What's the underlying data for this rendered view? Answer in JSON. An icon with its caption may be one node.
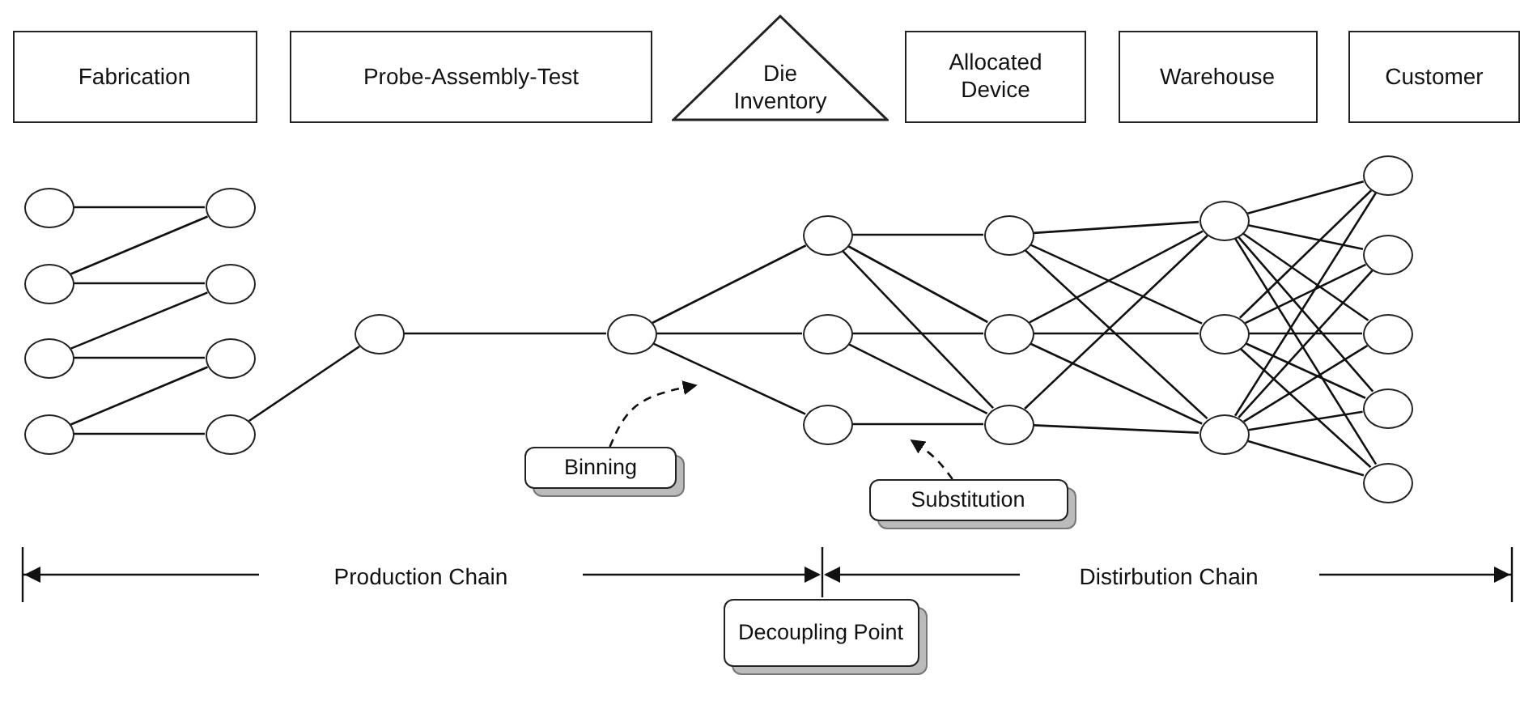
{
  "diagram": {
    "nodes": [
      {
        "text": [
          "Fabrication"
        ]
      },
      {
        "text": [
          "Probe-Assembly-Test"
        ]
      },
      {
        "text": [
          "Die Inventory"
        ]
      },
      {
        "text": [
          "Allocated Device"
        ]
      },
      {
        "text": [
          "Warehouse"
        ]
      },
      {
        "text": [
          "Customer"
        ]
      },
      {
        "text": [],
        "shape": "circle"
      },
      {
        "text": [],
        "shape": "circle"
      },
      {
        "text": [],
        "shape": "circle"
      },
      {
        "text": [],
        "shape": "circle"
      },
      {
        "text": [],
        "shape": "circle"
      },
      {
        "text": [],
        "shape": "circle"
      },
      {
        "text": [],
        "shape": "circle"
      },
      {
        "text": [],
        "shape": "circle"
      },
      {
        "text": [],
        "shape": "circle"
      },
      {
        "text": [],
        "shape": "circle"
      },
      {
        "text": [],
        "shape": "circle"
      },
      {
        "text": [],
        "shape": "circle"
      },
      {
        "text": [],
        "shape": "circle"
      },
      {
        "text": [],
        "shape": "circle"
      },
      {
        "text": [],
        "shape": "circle"
      },
      {
        "text": [],
        "shape": "circle"
      },
      {
        "text": [],
        "shape": "circle"
      },
      {
        "text": [],
        "shape": "circle"
      },
      {
        "text": [],
        "shape": "circle"
      },
      {
        "text": [],
        "shape": "circle"
      },
      {
        "text": [],
        "shape": "circle"
      },
      {
        "text": [],
        "shape": "circle"
      },
      {
        "text": [],
        "shape": "circle"
      },
      {
        "text": [],
        "shape": "circle"
      },
      {
        "text": [
          "Binning"
        ]
      },
      {
        "text": [
          "Substitution"
        ]
      },
      {
        "text": [
          "Decoupling Point"
        ]
      }
    ],
    "edges": [
      {
        "from": 6,
        "to": 10,
        "arrow": "none"
      },
      {
        "from": 7,
        "to": 10,
        "arrow": "none"
      },
      {
        "from": 7,
        "to": 11,
        "arrow": "none"
      },
      {
        "from": 8,
        "to": 11,
        "arrow": "none"
      },
      {
        "from": 8,
        "to": 12,
        "arrow": "none"
      },
      {
        "from": 9,
        "to": 12,
        "arrow": "none"
      },
      {
        "from": 9,
        "to": 13,
        "arrow": "none"
      },
      {
        "from": 13,
        "to": 14,
        "arrow": "none"
      },
      {
        "from": 14,
        "to": 15,
        "arrow": "none"
      },
      {
        "from": 15,
        "to": 16,
        "arrow": "none"
      },
      {
        "from": 15,
        "to": 17,
        "arrow": "none"
      },
      {
        "from": 15,
        "to": 18,
        "arrow": "none"
      },
      {
        "from": 16,
        "to": 19,
        "arrow": "none"
      },
      {
        "from": 16,
        "to": 20,
        "arrow": "none"
      },
      {
        "from": 16,
        "to": 21,
        "arrow": "none"
      },
      {
        "from": 17,
        "to": 20,
        "arrow": "none"
      },
      {
        "from": 17,
        "to": 21,
        "arrow": "none"
      },
      {
        "from": 18,
        "to": 21,
        "arrow": "none"
      },
      {
        "from": 19,
        "to": 22,
        "arrow": "none"
      },
      {
        "from": 19,
        "to": 23,
        "arrow": "none"
      },
      {
        "from": 19,
        "to": 24,
        "arrow": "none"
      },
      {
        "from": 20,
        "to": 22,
        "arrow": "none"
      },
      {
        "from": 20,
        "to": 23,
        "arrow": "none"
      },
      {
        "from": 20,
        "to": 24,
        "arrow": "none"
      },
      {
        "from": 21,
        "to": 22,
        "arrow": "none"
      },
      {
        "from": 21,
        "to": 24,
        "arrow": "none"
      },
      {
        "from": 22,
        "to": 25,
        "arrow": "none"
      },
      {
        "from": 22,
        "to": 26,
        "arrow": "none"
      },
      {
        "from": 22,
        "to": 27,
        "arrow": "none"
      },
      {
        "from": 22,
        "to": 28,
        "arrow": "none"
      },
      {
        "from": 22,
        "to": 29,
        "arrow": "none"
      },
      {
        "from": 23,
        "to": 25,
        "arrow": "none"
      },
      {
        "from": 23,
        "to": 26,
        "arrow": "none"
      },
      {
        "from": 23,
        "to": 27,
        "arrow": "none"
      },
      {
        "from": 23,
        "to": 28,
        "arrow": "none"
      },
      {
        "from": 23,
        "to": 29,
        "arrow": "none"
      },
      {
        "from": 24,
        "to": 25,
        "arrow": "none"
      },
      {
        "from": 24,
        "to": 26,
        "arrow": "none"
      },
      {
        "from": 24,
        "to": 27,
        "arrow": "none"
      },
      {
        "from": 24,
        "to": 28,
        "arrow": "none"
      },
      {
        "from": 24,
        "to": 29,
        "arrow": "none"
      },
      {
        "from": 30,
        "to": null,
        "arrow": "to",
        "style": "dashed"
      },
      {
        "from": 31,
        "to": null,
        "arrow": "to",
        "style": "dashed"
      }
    ],
    "labels": [
      "Production Chain",
      "Distirbution Chain"
    ]
  }
}
